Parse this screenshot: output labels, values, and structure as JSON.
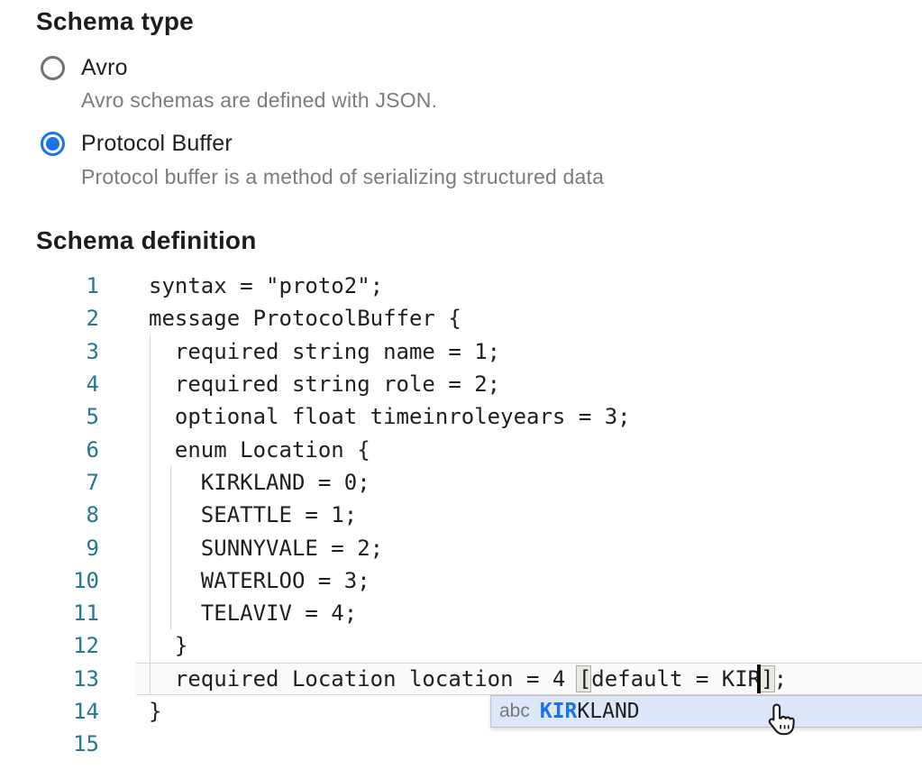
{
  "schema_type": {
    "title": "Schema type",
    "options": [
      {
        "label": "Avro",
        "description": "Avro schemas are defined with JSON.",
        "selected": false
      },
      {
        "label": "Protocol Buffer",
        "description": "Protocol buffer is a method of serializing structured data",
        "selected": true
      }
    ]
  },
  "schema_definition": {
    "title": "Schema definition",
    "current_line": 13,
    "lines": [
      {
        "number": "1",
        "code": "syntax = \"proto2\";"
      },
      {
        "number": "2",
        "code": "message ProtocolBuffer {"
      },
      {
        "number": "3",
        "code": "  required string name = 1;"
      },
      {
        "number": "4",
        "code": "  required string role = 2;"
      },
      {
        "number": "5",
        "code": "  optional float timeinroleyears = 3;"
      },
      {
        "number": "6",
        "code": "  enum Location {"
      },
      {
        "number": "7",
        "code": "    KIRKLAND = 0;"
      },
      {
        "number": "8",
        "code": "    SEATTLE = 1;"
      },
      {
        "number": "9",
        "code": "    SUNNYVALE = 2;"
      },
      {
        "number": "10",
        "code": "    WATERLOO = 3;"
      },
      {
        "number": "11",
        "code": "    TELAVIV = 4;"
      },
      {
        "number": "12",
        "code": "  }"
      },
      {
        "number": "13",
        "code": "  required Location location = 4 [default = KIR];"
      },
      {
        "number": "14",
        "code": "}"
      },
      {
        "number": "15",
        "code": ""
      }
    ]
  },
  "autocomplete": {
    "kind_label": "abc",
    "match": "KIR",
    "completion_rest": "KLAND",
    "full_suggestion": "KIRKLAND"
  },
  "colors": {
    "accent_blue": "#1a73e8",
    "line_number": "#237893",
    "code_text": "#1f1f1f",
    "description_gray": "#797c80",
    "suggest_background": "#dce8fa"
  }
}
